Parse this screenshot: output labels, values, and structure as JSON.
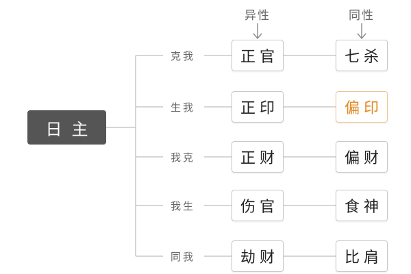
{
  "root": {
    "label": "日主"
  },
  "headers": {
    "yi_xing": "异性",
    "tong_xing": "同性"
  },
  "rows": [
    {
      "relation": "克我",
      "yi": "正官",
      "tong": "七杀"
    },
    {
      "relation": "生我",
      "yi": "正印",
      "tong": "偏印"
    },
    {
      "relation": "我克",
      "yi": "正财",
      "tong": "偏财"
    },
    {
      "relation": "我生",
      "yi": "伤官",
      "tong": "食神"
    },
    {
      "relation": "同我",
      "yi": "劫财",
      "tong": "比肩"
    }
  ],
  "colors": {
    "highlight": "#e08a22",
    "root_bg": "#555555",
    "line": "#c8c8c8"
  }
}
